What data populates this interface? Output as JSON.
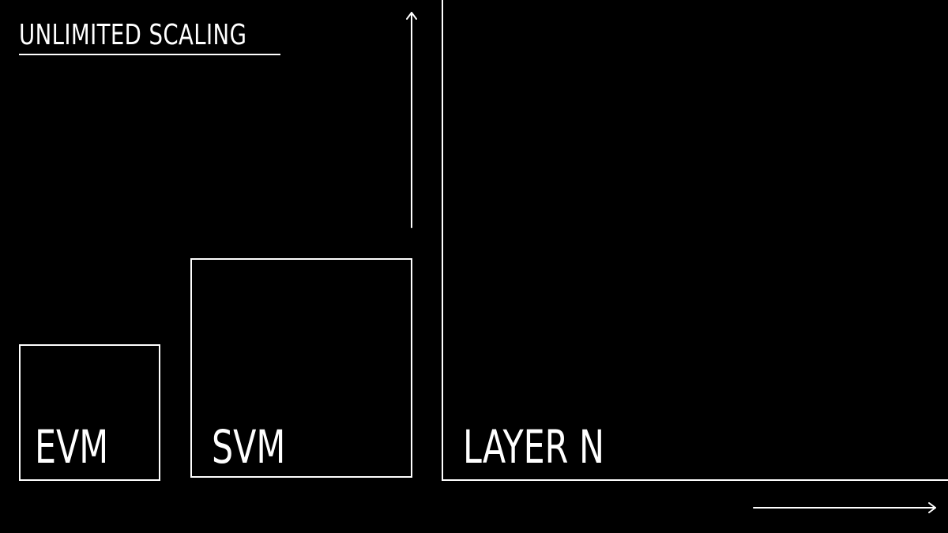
{
  "title": "UNLIMITED SCALING",
  "boxes": {
    "evm": {
      "label": "EVM"
    },
    "svm": {
      "label": "SVM"
    },
    "layer_n": {
      "label": "LAYER N"
    }
  },
  "icons": {
    "vertical_arrow": "arrow-up-icon",
    "horizontal_arrow": "arrow-right-icon"
  },
  "colors": {
    "background": "#000000",
    "foreground": "#ffffff"
  }
}
